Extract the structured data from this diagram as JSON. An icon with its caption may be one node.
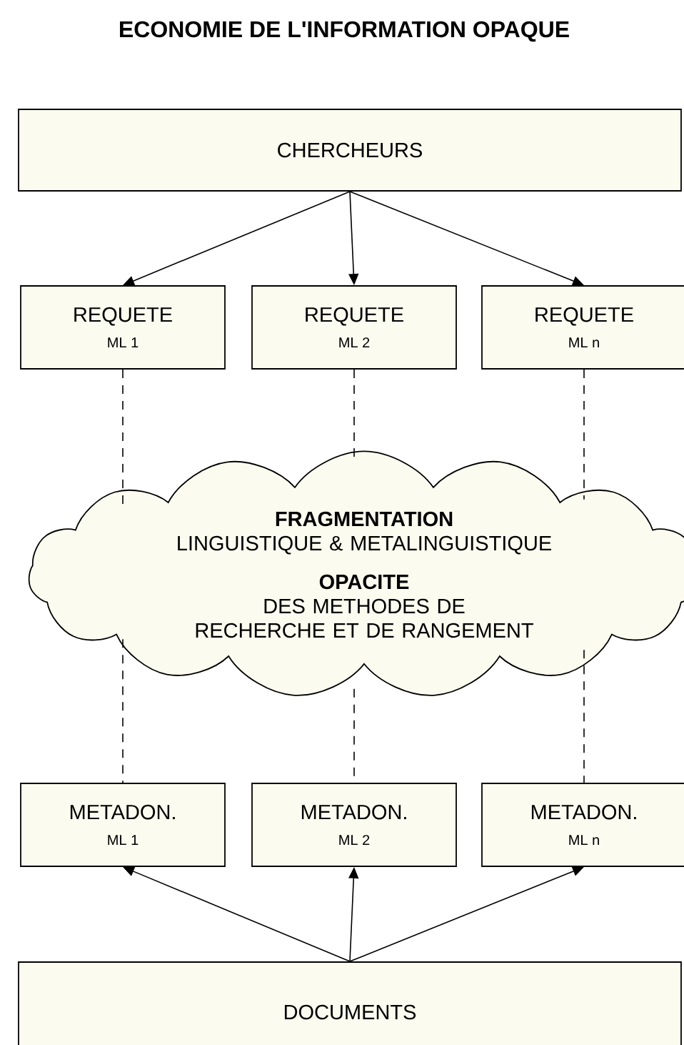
{
  "diagram": {
    "title": "ECONOMIE DE L'INFORMATION OPAQUE",
    "nodes": [
      {
        "text": [
          "CHERCHEURS"
        ]
      },
      {
        "text": [
          "REQUETE",
          "ML 1"
        ]
      },
      {
        "text": [
          "REQUETE",
          "ML 2"
        ]
      },
      {
        "text": [
          "REQUETE",
          "ML n"
        ]
      },
      {
        "text": [
          "FRAGMENTATION",
          "LINGUISTIQUE & METALINGUISTIQUE",
          "OPACITE",
          "DES METHODES DE RECHERCHE ET DE RANGEMENT"
        ]
      },
      {
        "text": [
          "METADON.",
          "ML 1"
        ]
      },
      {
        "text": [
          "METADON.",
          "ML 2"
        ]
      },
      {
        "text": [
          "METADON.",
          "ML n"
        ]
      },
      {
        "text": [
          "DOCUMENTS"
        ]
      }
    ],
    "edges": [
      {
        "from": 0,
        "to": 1,
        "arrow": "to"
      },
      {
        "from": 0,
        "to": 2,
        "arrow": "to"
      },
      {
        "from": 0,
        "to": 3,
        "arrow": "to"
      },
      {
        "from": 1,
        "to": 4,
        "arrow": "none",
        "style": "dashed"
      },
      {
        "from": 2,
        "to": 4,
        "arrow": "none",
        "style": "dashed"
      },
      {
        "from": 3,
        "to": 4,
        "arrow": "none",
        "style": "dashed"
      },
      {
        "from": 4,
        "to": 5,
        "arrow": "none",
        "style": "dashed"
      },
      {
        "from": 4,
        "to": 6,
        "arrow": "none",
        "style": "dashed"
      },
      {
        "from": 4,
        "to": 7,
        "arrow": "none",
        "style": "dashed"
      },
      {
        "from": 8,
        "to": 5,
        "arrow": "to"
      },
      {
        "from": 8,
        "to": 6,
        "arrow": "to"
      },
      {
        "from": 8,
        "to": 7,
        "arrow": "to"
      }
    ]
  }
}
